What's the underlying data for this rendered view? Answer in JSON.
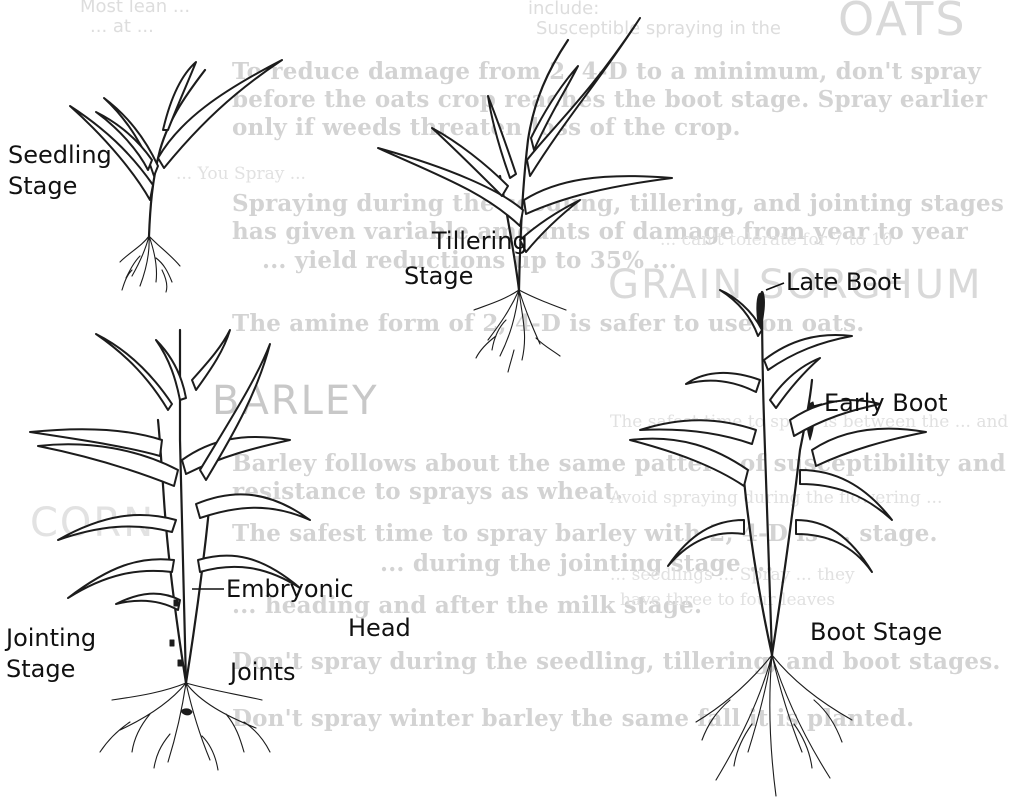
{
  "background_text": {
    "heading_oats": "OATS",
    "heading_grain_sorghum": "GRAIN SORGHUM",
    "heading_barley": "BARLEY",
    "heading_corn": "CORN",
    "top_left_fragment_1": "Most lean ... ",
    "top_left_fragment_2": "... at ... ",
    "top_right_fragment_1": "include:",
    "top_right_fragment_2": "Susceptible spraying in the",
    "oats_lines": [
      "To reduce damage from 2, 4-D to a minimum, don't spray",
      "before the oats crop reaches the boot stage. Spray earlier",
      "only if weeds threaten loss of the crop.",
      "Spraying during the seedling, tillering, and jointing stages",
      "has given variable amounts of damage from year to year",
      "... yield reductions up to 35% ...",
      "The amine form of 2, 4-D is safer to use on oats."
    ],
    "barley_lines": [
      "Barley follows about the same pattern of susceptibility and",
      "resistance to sprays as wheat.",
      "The safest time to spray barley with 2, 4-D is ... stage.",
      "... during the jointing stage ...",
      "... heading and after the milk stage.",
      "Don't spray during the seedling, tillering, and boot stages.",
      "Don't spray winter barley the same fall it is planted."
    ],
    "right_faint_lines": [
      "... can't tolerate for 7 to 10",
      "The safest time to spray is between the ... and ...",
      "Avoid spraying during the flowering ...",
      "... seedlings ... Spray ... they",
      "have three to four leaves"
    ],
    "right_left_edge_marks": ".",
    "left_you_text": "... You Spray ..."
  },
  "labels": {
    "seedling": "Seedling\nStage",
    "tillering": "Tillering\nStage",
    "jointing": "Jointing\nStage",
    "joints": "Joints",
    "embryonic_head": "Embryonic\nHead",
    "late_boot": "Late Boot",
    "early_boot": "Early Boot",
    "boot_stage": "Boot Stage"
  },
  "colors": {
    "ink": "#1c1c1c",
    "bleed_through": "#d3d3d3",
    "paper": "#ffffff"
  }
}
